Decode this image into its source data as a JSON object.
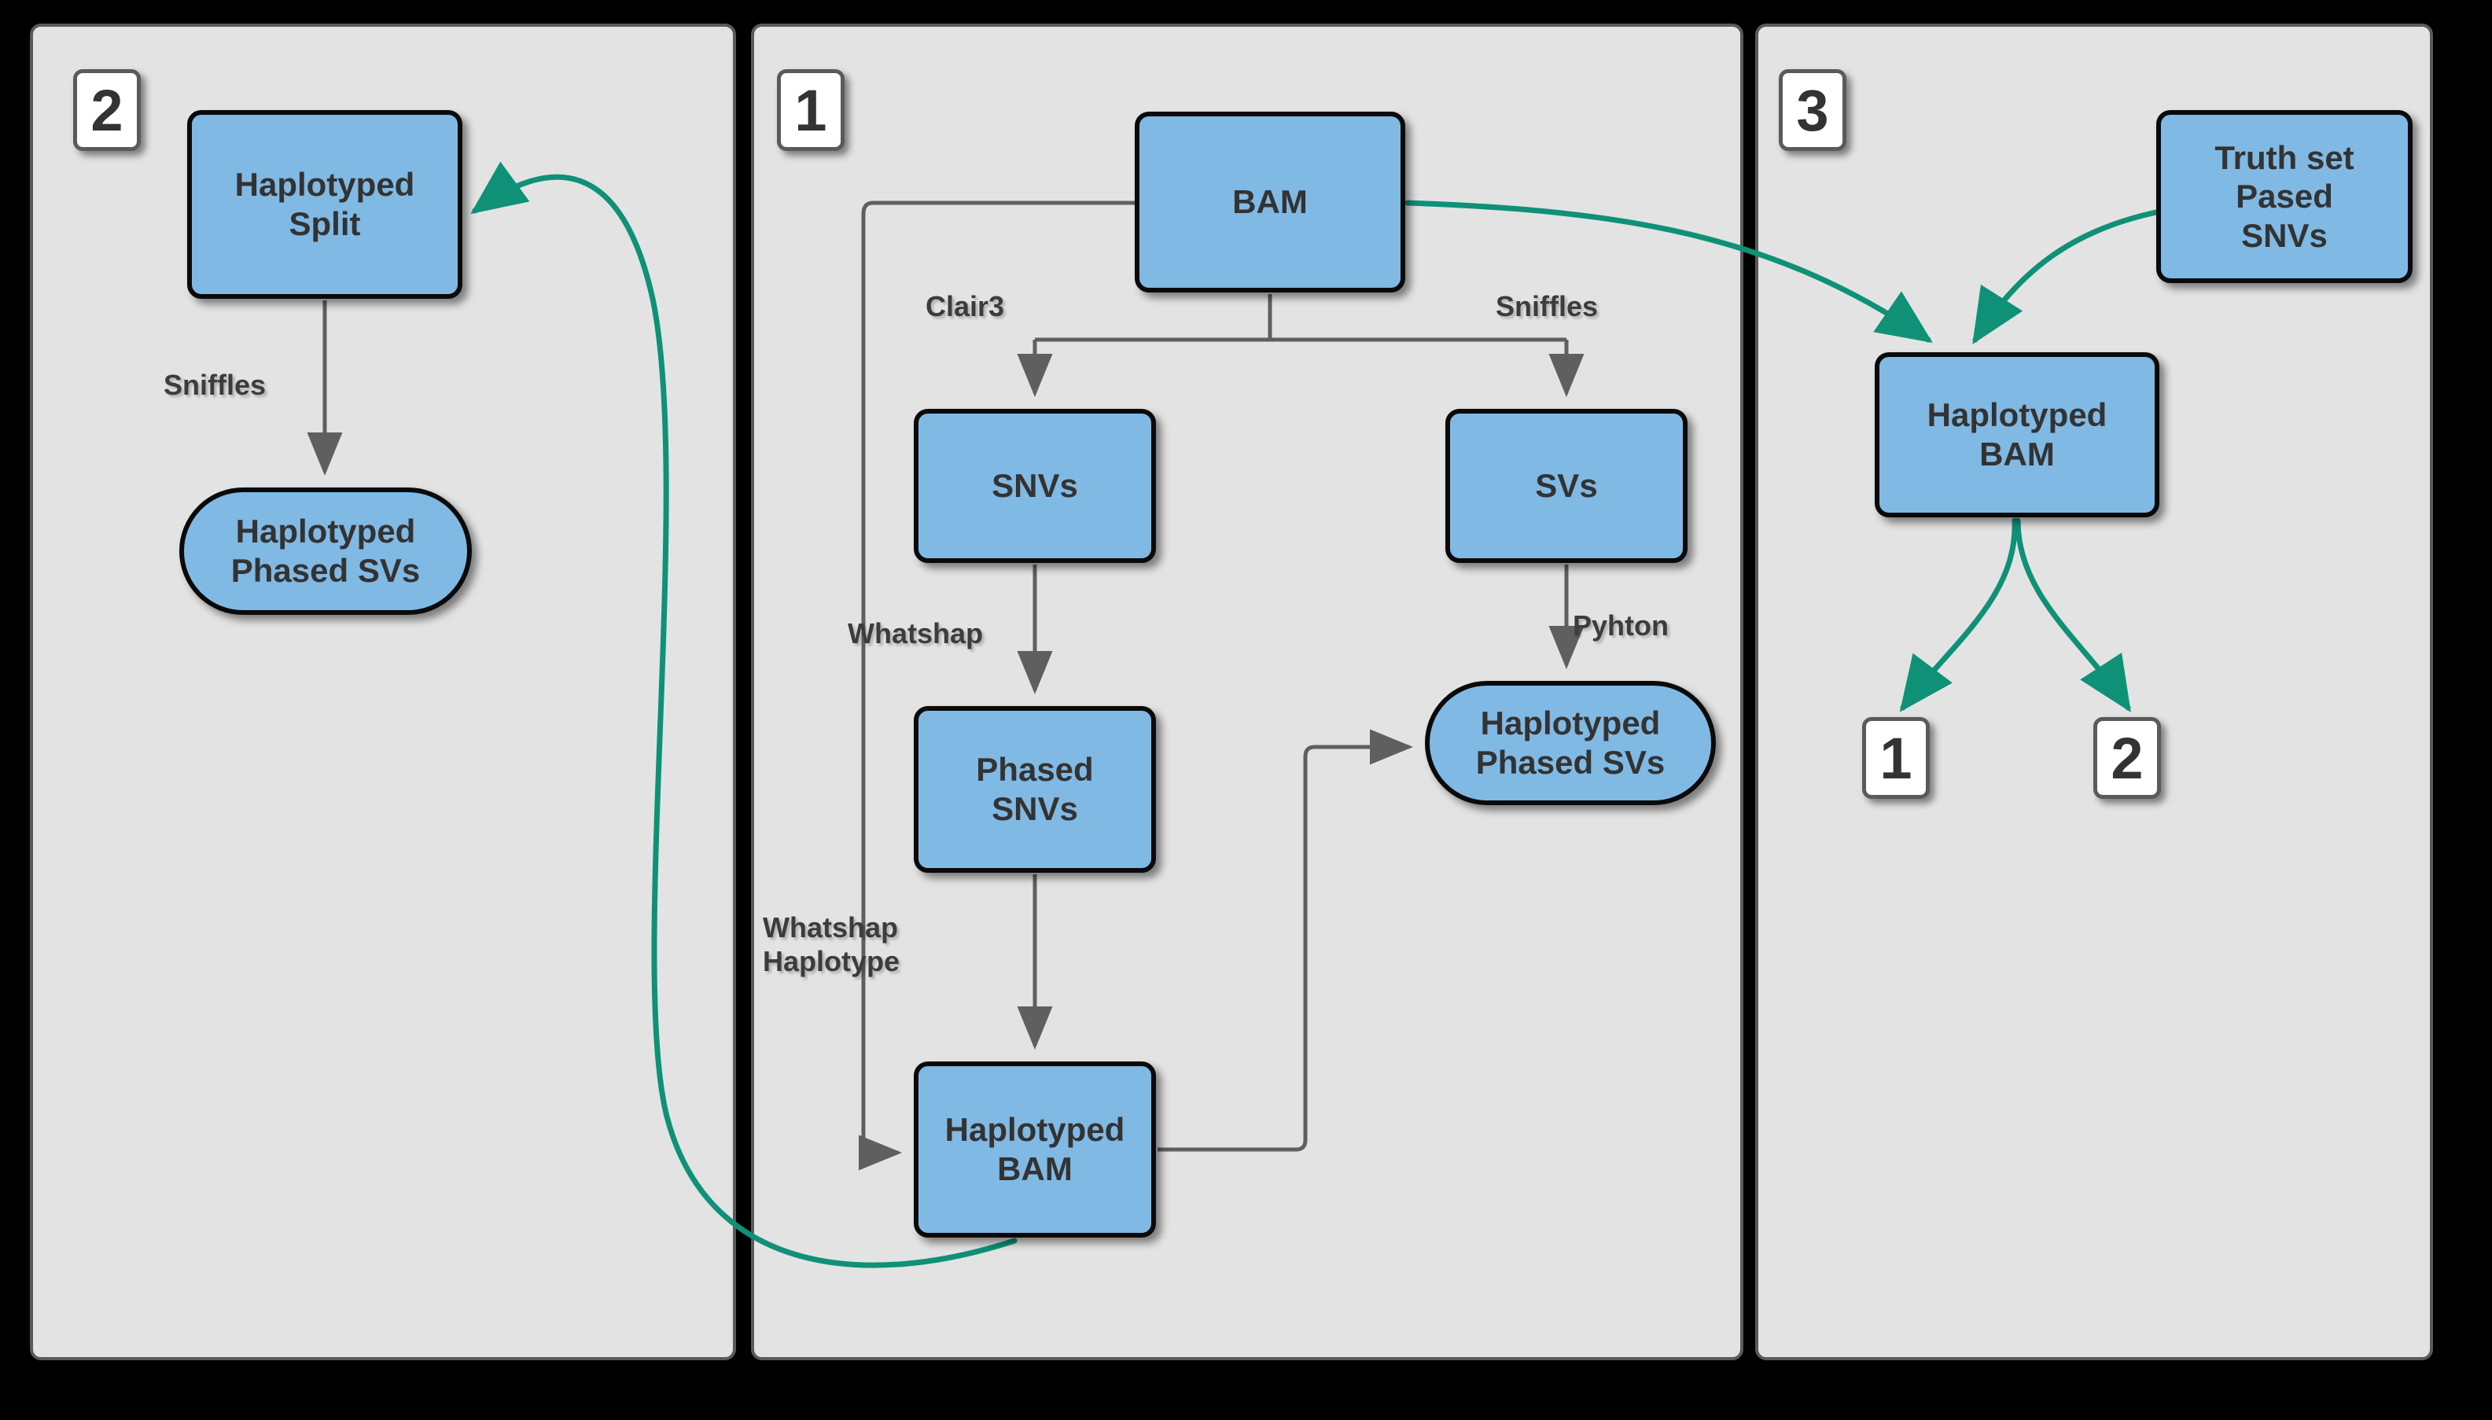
{
  "figure": {
    "type": "flowchart",
    "background": "#000000",
    "panel_fill": "#E3E3E3",
    "panel_stroke": "#5A5A5A",
    "node_fill": "#80B9E4",
    "node_stroke": "#0A0A0A",
    "gray_edge_color": "#5F5F5F",
    "green_edge_color": "#0E9177",
    "text_color": "#333333"
  },
  "panels": [
    {
      "id": "panel-2",
      "badge": "2",
      "nodes": [
        {
          "id": "hap-split",
          "label": "Haplotyped\nSplit",
          "shape": "rect"
        },
        {
          "id": "hap-phased-svs",
          "label": "Haplotyped\nPhased SVs",
          "shape": "pill"
        }
      ],
      "edge_labels": [
        "Sniffles"
      ]
    },
    {
      "id": "panel-1",
      "badge": "1",
      "nodes": [
        {
          "id": "bam",
          "label": "BAM",
          "shape": "rect"
        },
        {
          "id": "snvs",
          "label": "SNVs",
          "shape": "rect"
        },
        {
          "id": "svs",
          "label": "SVs",
          "shape": "rect"
        },
        {
          "id": "phased-snvs",
          "label": "Phased\nSNVs",
          "shape": "rect"
        },
        {
          "id": "hap-phased-svs-1",
          "label": "Haplotyped\nPhased SVs",
          "shape": "pill"
        },
        {
          "id": "hap-bam-1",
          "label": "Haplotyped\nBAM",
          "shape": "rect"
        }
      ],
      "edge_labels": [
        "Clair3",
        "Sniffles",
        "Whatshap",
        "Pyhton",
        "Whatshap\nHaplotype"
      ]
    },
    {
      "id": "panel-3",
      "badge": "3",
      "nodes": [
        {
          "id": "truth-set",
          "label": "Truth set\nPased\nSNVs",
          "shape": "rect"
        },
        {
          "id": "hap-bam-3",
          "label": "Haplotyped\nBAM",
          "shape": "rect"
        }
      ],
      "out_badges": [
        "1",
        "2"
      ],
      "edge_labels": []
    }
  ],
  "labels": {
    "badge_2": "2",
    "badge_1": "1",
    "badge_3": "3",
    "out_badge_1": "1",
    "out_badge_2": "2",
    "p2_hap_split": "Haplotyped\nSplit",
    "p2_hap_phased_svs": "Haplotyped\nPhased SVs",
    "p2_sniffles": "Sniffles",
    "p1_bam": "BAM",
    "p1_clair3": "Clair3",
    "p1_sniffles": "Sniffles",
    "p1_snvs": "SNVs",
    "p1_svs": "SVs",
    "p1_whatshap": "Whatshap",
    "p1_pyhton": "Pyhton",
    "p1_phased_snvs": "Phased\nSNVs",
    "p1_hap_phased_svs": "Haplotyped\nPhased SVs",
    "p1_whatshap_haplotype": "Whatshap\nHaplotype",
    "p1_hap_bam": "Haplotyped\nBAM",
    "p3_truth_set": "Truth set\nPased\nSNVs",
    "p3_hap_bam": "Haplotyped\nBAM"
  }
}
